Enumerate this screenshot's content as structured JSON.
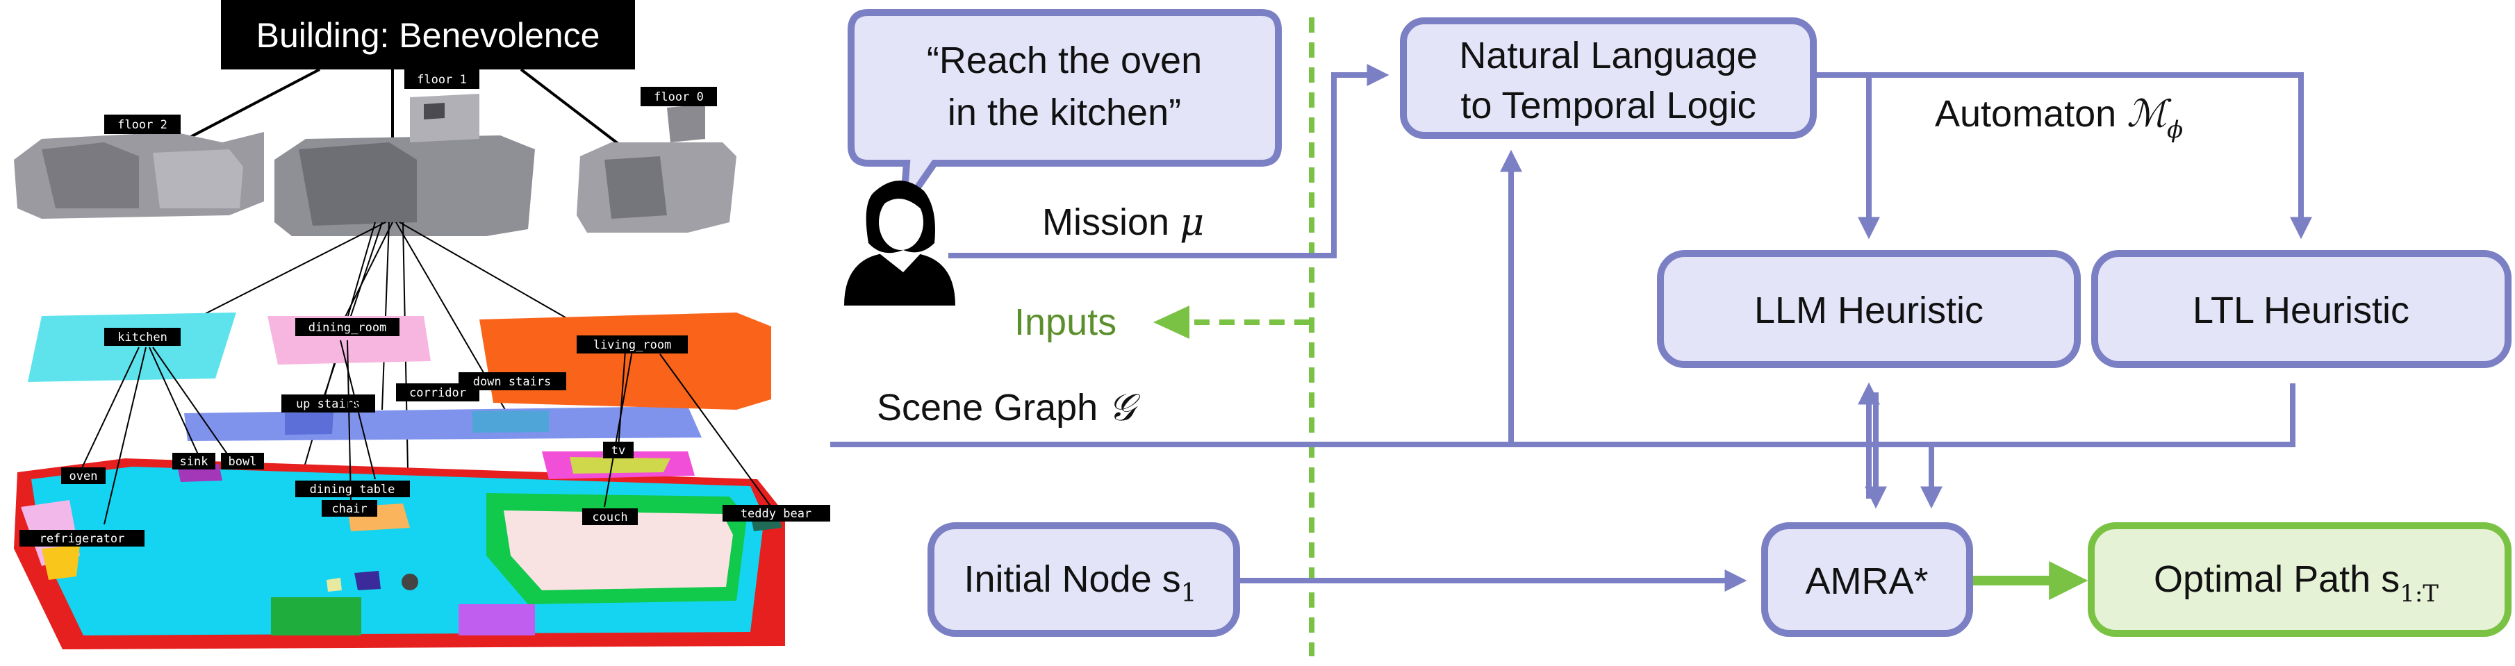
{
  "scene": {
    "building_label": "Building: Benevolence",
    "floors": [
      "floor 2",
      "floor 1",
      "floor 0"
    ],
    "rooms": [
      "kitchen",
      "dining_room",
      "living_room"
    ],
    "place_labels": [
      "up stairs",
      "corridor",
      "down stairs"
    ],
    "object_labels": [
      "oven",
      "sink",
      "bowl",
      "refrigerator",
      "dining table",
      "chair",
      "tv",
      "couch",
      "teddy bear"
    ]
  },
  "diagram": {
    "speech_bubble": {
      "line1": "“Reach the oven",
      "line2": "in the kitchen”"
    },
    "mission_label": "Mission",
    "mission_symbol": "μ",
    "inputs_label": "Inputs",
    "nl2tl": {
      "line1": "Natural Language",
      "line2": "to Temporal Logic"
    },
    "automaton_label": "Automaton",
    "automaton_symbol": "ℳ",
    "automaton_sub": "ϕ",
    "llm_heuristic": "LLM Heuristic",
    "ltl_heuristic": "LTL Heuristic",
    "scene_graph_label": "Scene Graph",
    "scene_graph_symbol": "𝒢",
    "initial_node": "Initial Node s",
    "initial_node_sub": "1",
    "amra": "AMRA*",
    "optimal_path": "Optimal Path s",
    "optimal_path_sub": "1:T"
  },
  "colors": {
    "flow": "#7b7fc4",
    "box_fill": "#e4e4f9",
    "output_border": "#7ac243",
    "output_fill": "#e6f2d6",
    "inputs_green": "#5b8f2b",
    "kitchen": "#5ee3ec",
    "dining_room": "#f7b6e0",
    "living_room": "#f9641a",
    "places": "#7f93ec",
    "floor_cyan": "#14d4f1",
    "floor_red": "#e61f1f"
  }
}
